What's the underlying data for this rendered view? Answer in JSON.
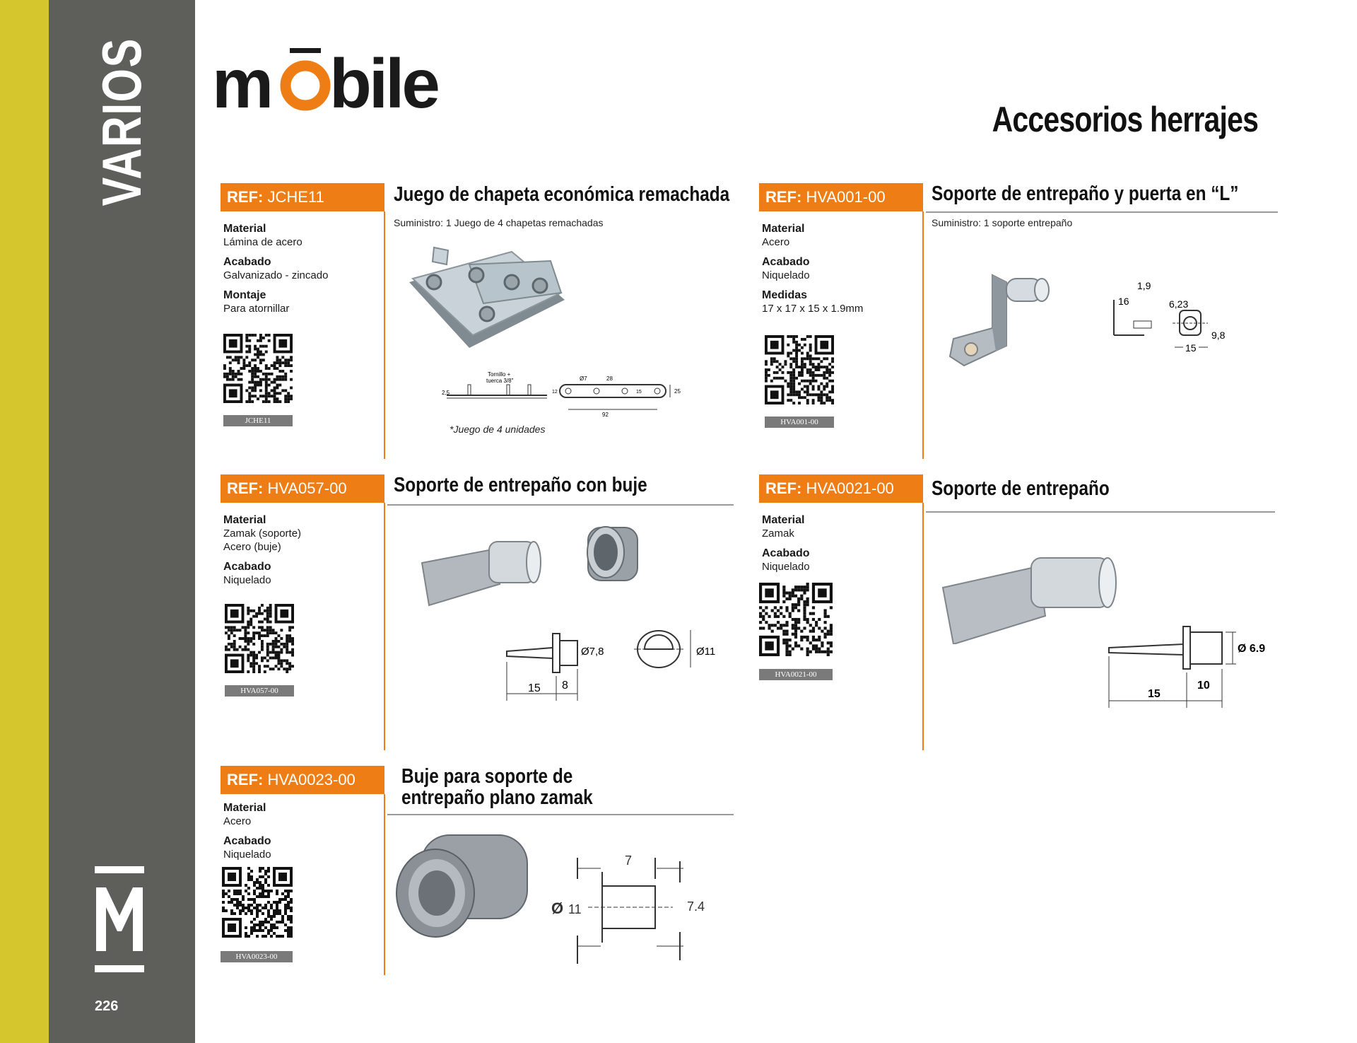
{
  "section": {
    "title": "VARIOS",
    "page_number": "226"
  },
  "brand": {
    "logo_text": "mobile"
  },
  "page_heading": "Accesorios herrajes",
  "colors": {
    "accent": "#ef7d16",
    "side_band": "#5e5e5b",
    "side_strip": "#d4c62c"
  },
  "products": [
    {
      "ref_label": "REF:",
      "ref": "JCHE11",
      "title": "Juego de chapeta económica remachada",
      "supply": "Suministro: 1 Juego de 4 chapetas remachadas",
      "specs": [
        {
          "label": "Material",
          "value": "Lámina de acero"
        },
        {
          "label": "Acabado",
          "value": "Galvanizado - zincado"
        },
        {
          "label": "Montaje",
          "value": "Para atornillar"
        }
      ],
      "qr_caption": "JCHE11",
      "note": "*Juego de 4 unidades",
      "dims": {
        "d1": "2,5",
        "d2": "Tornillo +",
        "d3": "tuerca 3/8\"",
        "d4": "Ø7",
        "d5": "28",
        "d6": "92",
        "d7": "25",
        "d8": "12",
        "d9": "15"
      }
    },
    {
      "ref_label": "REF:",
      "ref": "HVA001-00",
      "title": "Soporte de entrepaño y puerta en “L”",
      "supply": "Suministro: 1 soporte entrepaño",
      "specs": [
        {
          "label": "Material",
          "value": "Acero"
        },
        {
          "label": "Acabado",
          "value": "Niquelado"
        },
        {
          "label": "Medidas",
          "value": "17 x 17 x 15 x 1.9mm"
        }
      ],
      "qr_caption": "HVA001-00",
      "dims": {
        "d1": "1,9",
        "d2": "16",
        "d3": "6,23",
        "d4": "9,8",
        "d5": "15"
      }
    },
    {
      "ref_label": "REF:",
      "ref": "HVA057-00",
      "title": "Soporte de entrepaño con buje",
      "specs": [
        {
          "label": "Material",
          "value": "Zamak (soporte)\nAcero (buje)"
        },
        {
          "label": "Acabado",
          "value": "Niquelado"
        }
      ],
      "qr_caption": "HVA057-00",
      "dims": {
        "d1": "Ø7,8",
        "d2": "Ø11",
        "d3": "15",
        "d4": "8"
      }
    },
    {
      "ref_label": "REF:",
      "ref": "HVA0021-00",
      "title": "Soporte de entrepaño",
      "specs": [
        {
          "label": "Material",
          "value": "Zamak"
        },
        {
          "label": "Acabado",
          "value": "Niquelado"
        }
      ],
      "qr_caption": "HVA0021-00",
      "dims": {
        "d1": "Ø 6.9",
        "d2": "15",
        "d3": "10"
      }
    },
    {
      "ref_label": "REF:",
      "ref": "HVA0023-00",
      "title_line1": "Buje para soporte de",
      "title_line2": "entrepaño plano zamak",
      "specs": [
        {
          "label": "Material",
          "value": "Acero"
        },
        {
          "label": "Acabado",
          "value": "Niquelado"
        }
      ],
      "qr_caption": "HVA0023-00",
      "dims": {
        "d1": "7",
        "d2": "Ø",
        "d3": "11",
        "d4": "7.4"
      }
    }
  ]
}
